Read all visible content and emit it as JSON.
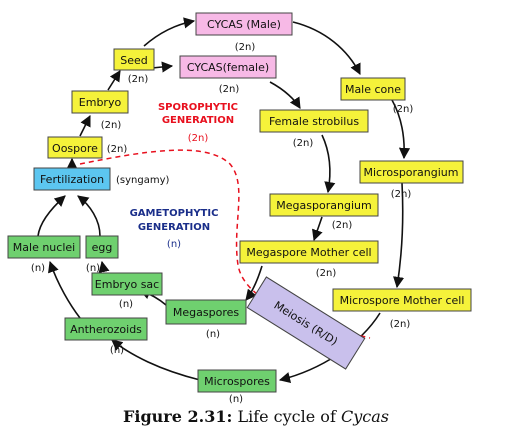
{
  "colors": {
    "sporophyte_fill": "#f5f23a",
    "gametophyte_fill": "#6fd06f",
    "male_fill": "#f7b9e6",
    "fertilization_fill": "#5cc6f0",
    "meiosis_fill": "#c9c0ec",
    "sporophytic_label": "#e8101e",
    "gametophytic_label": "#1a2e8a"
  },
  "nodes": {
    "cycas_male": {
      "label": "CYCAS (Male)",
      "ploidy": "(2n)"
    },
    "cycas_female": {
      "label": "CYCAS(female)",
      "ploidy": "(2n)"
    },
    "seed": {
      "label": "Seed",
      "ploidy": "(2n)"
    },
    "embryo": {
      "label": "Embryo",
      "ploidy": "(2n)"
    },
    "oospore": {
      "label": "Oospore",
      "ploidy": "(2n)"
    },
    "fertilization": {
      "label": "Fertilization",
      "note": "(syngamy)"
    },
    "male_cone": {
      "label": "Male cone",
      "ploidy": "(2n)"
    },
    "female_strobilus": {
      "label": "Female strobilus",
      "ploidy": "(2n)"
    },
    "microsporangium": {
      "label": "Microsporangium",
      "ploidy": "(2n)"
    },
    "megasporangium": {
      "label": "Megasporangium",
      "ploidy": "(2n)"
    },
    "megaspore_mother_cell": {
      "label": "Megaspore Mother cell",
      "ploidy": "(2n)"
    },
    "microspore_mother_cell": {
      "label": "Microspore Mother cell",
      "ploidy": "(2n)"
    },
    "meiosis": {
      "label": "Meiosis (R/D)"
    },
    "male_nuclei": {
      "label": "Male nuclei",
      "ploidy": "(n)"
    },
    "egg": {
      "label": "egg",
      "ploidy": "(n)"
    },
    "embryo_sac": {
      "label": "Embryo sac",
      "ploidy": "(n)"
    },
    "megaspores": {
      "label": "Megaspores",
      "ploidy": "(n)"
    },
    "antherozoids": {
      "label": "Antherozoids",
      "ploidy": "(n)"
    },
    "microspores": {
      "label": "Microspores",
      "ploidy": "(n)"
    }
  },
  "generations": {
    "sporophytic": {
      "line1": "SPOROPHYTIC",
      "line2": "GENERATION",
      "ploidy": "(2n)"
    },
    "gametophytic": {
      "line1": "GAMETOPHYTIC",
      "line2": "GENERATION",
      "ploidy": "(n)"
    }
  },
  "caption": {
    "label": "Figure 2.31:",
    "text": "Life cycle of",
    "italic": "Cycas"
  }
}
